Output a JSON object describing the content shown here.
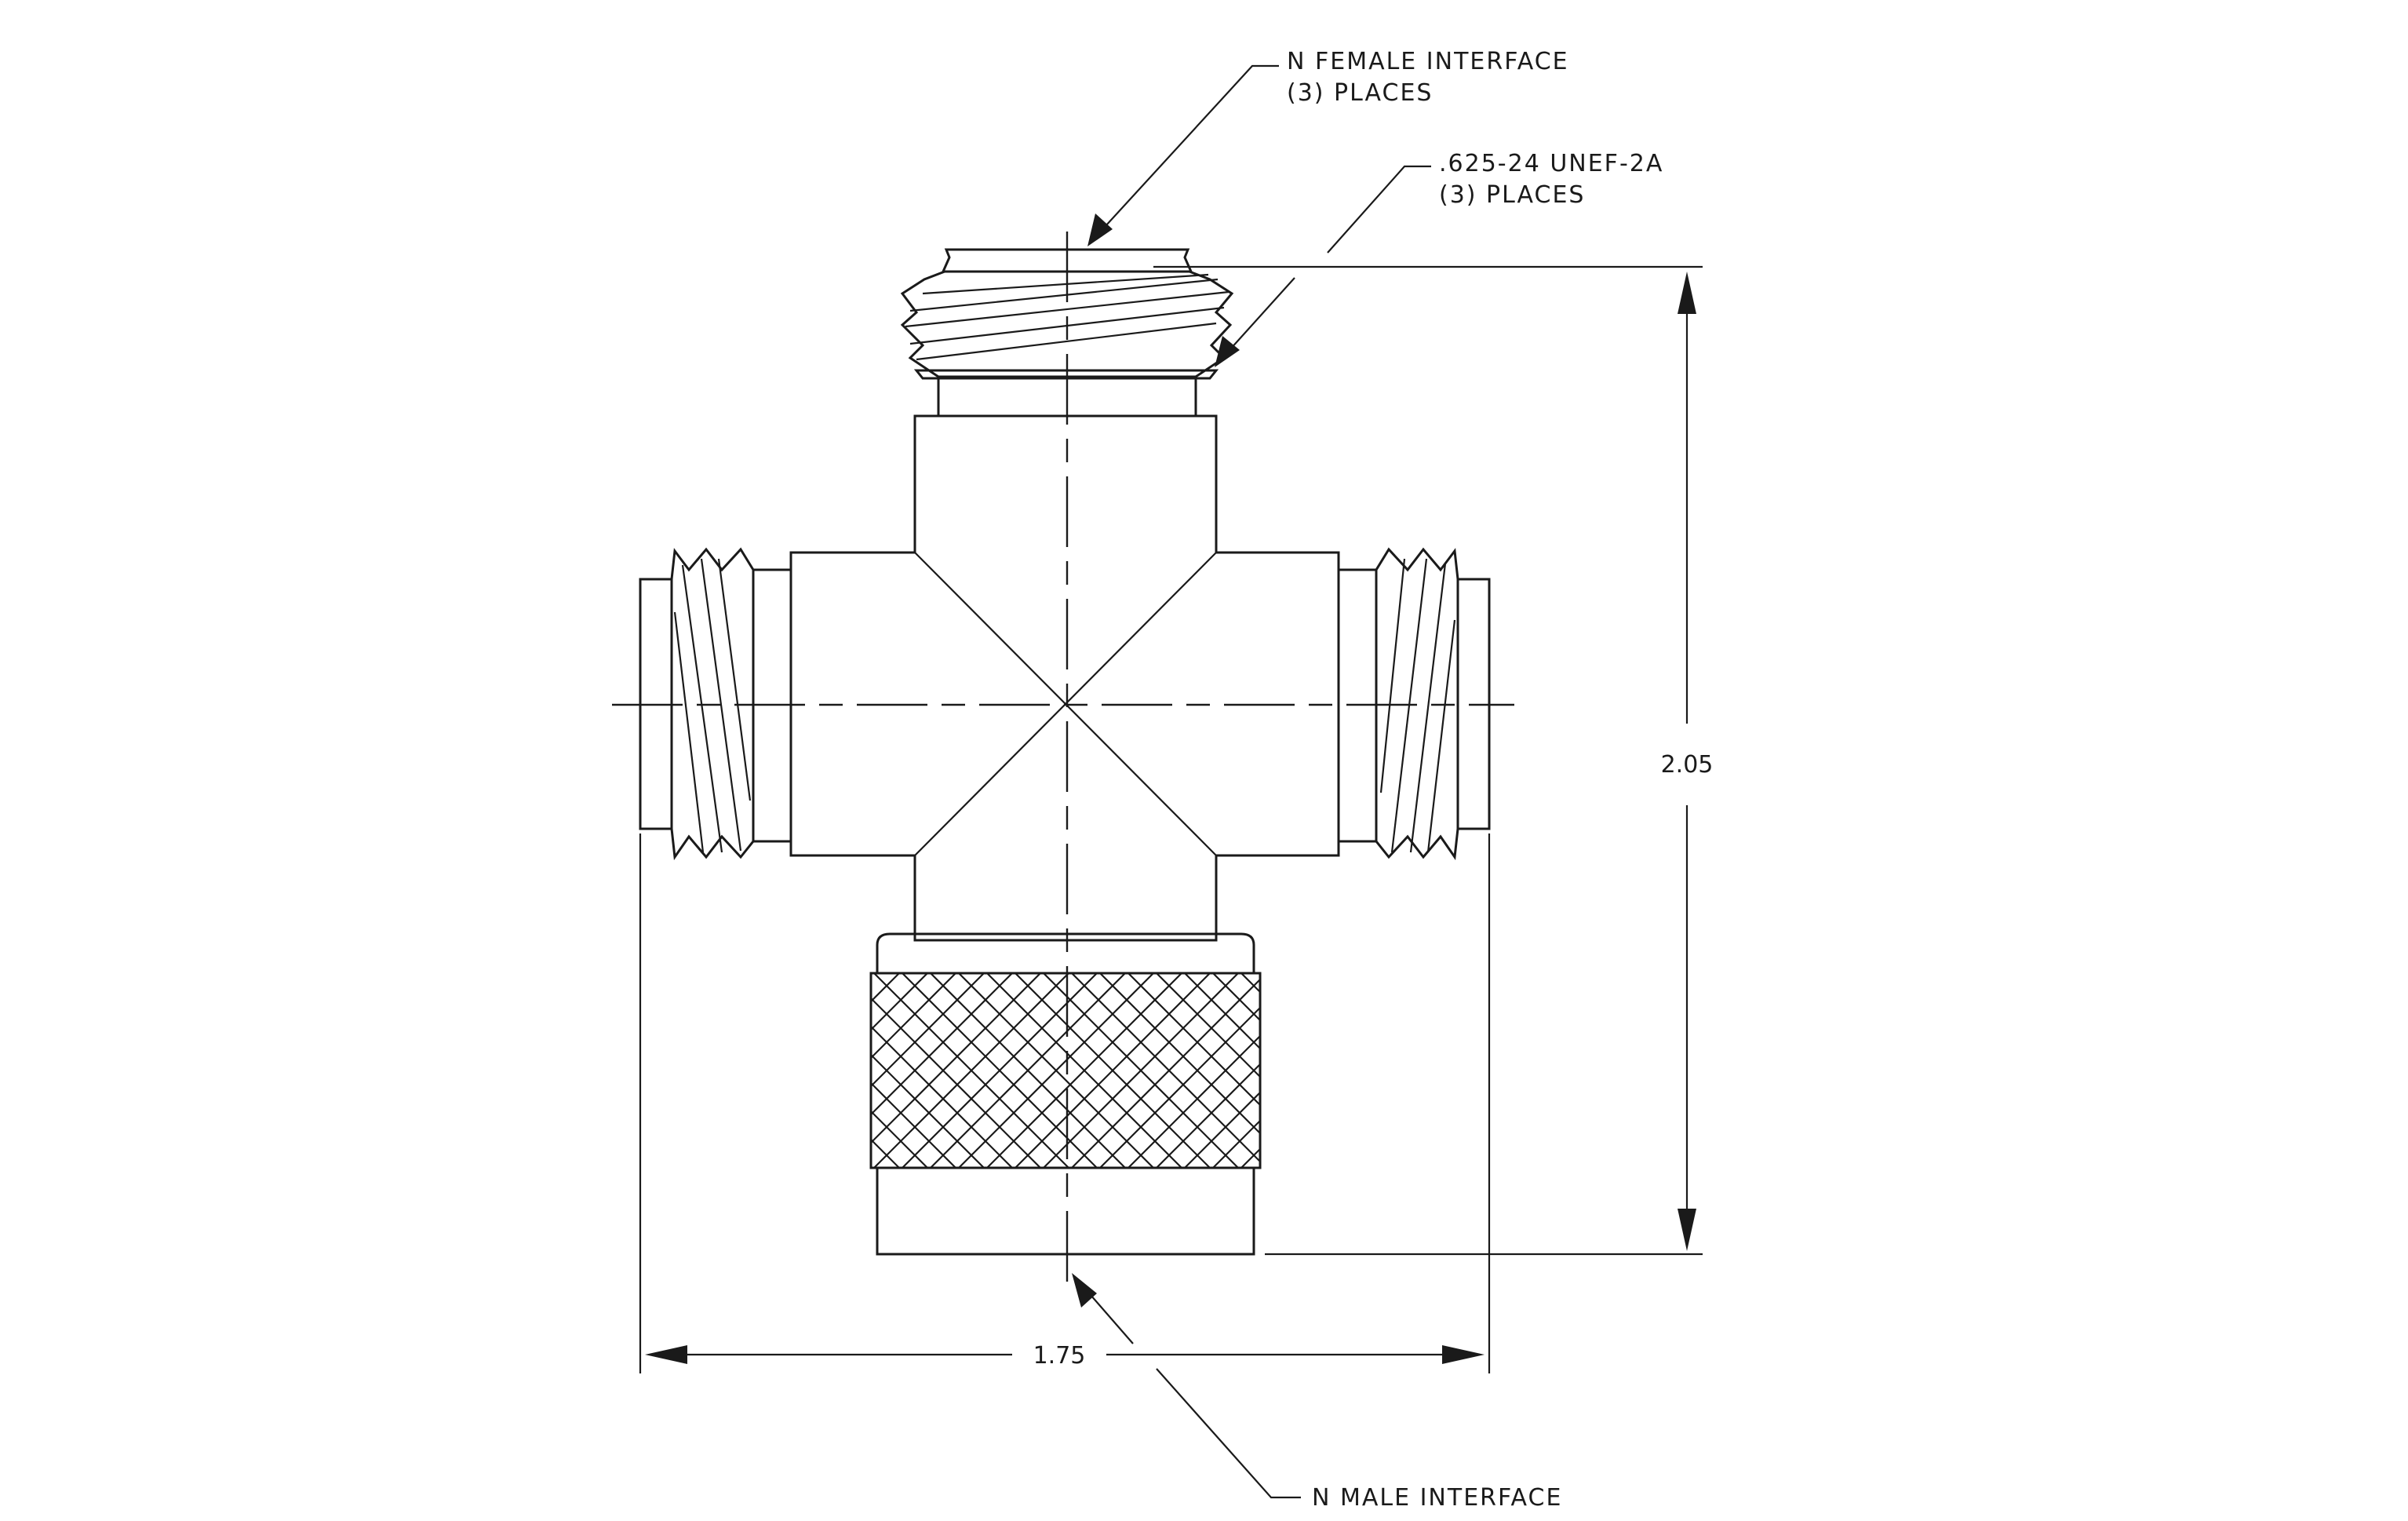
{
  "callouts": {
    "female_interface_line1": "N FEMALE INTERFACE",
    "female_interface_line2": "(3)  PLACES",
    "thread_spec_line1": ".625-24 UNEF-2A",
    "thread_spec_line2": "(3)  PLACES",
    "male_interface": "N MALE INTERFACE"
  },
  "dimensions": {
    "height": "2.05",
    "width": "1.75"
  }
}
